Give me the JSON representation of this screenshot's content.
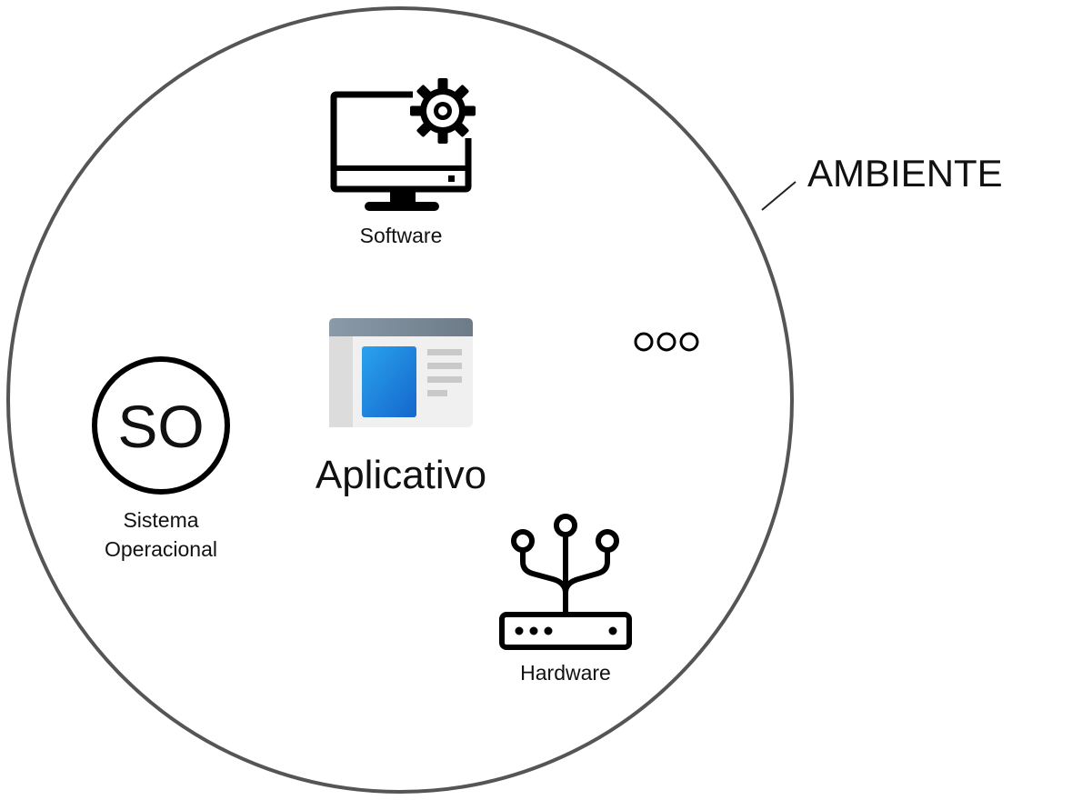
{
  "environment": {
    "label": "AMBIENTE",
    "stroke_color": "#555555"
  },
  "nodes": {
    "software": {
      "label": "Software",
      "icon": "monitor-gear-icon"
    },
    "application": {
      "label": "Aplicativo",
      "icon": "app-window-icon",
      "accent_color": "#1e7fd8"
    },
    "operating_system": {
      "badge": "SO",
      "label_line1": "Sistema",
      "label_line2": "Operacional",
      "icon": "so-circle-icon"
    },
    "hardware": {
      "label": "Hardware",
      "icon": "router-icon"
    },
    "more": {
      "icon": "ellipsis-circles-icon"
    }
  }
}
